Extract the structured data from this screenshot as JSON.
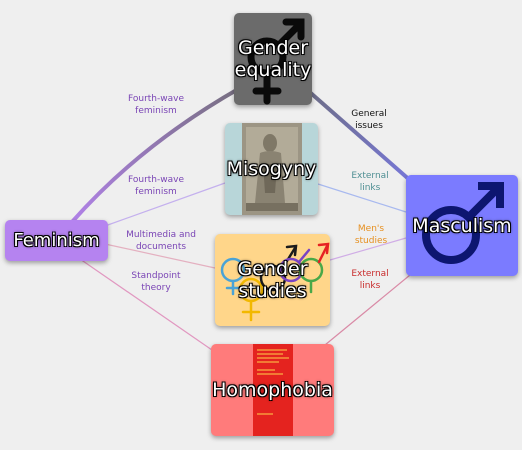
{
  "nodes": {
    "gender_equality": {
      "label": "Gender\nequality",
      "color": "#6b6b6b",
      "symbol_color": "#0a0a0a"
    },
    "misogyny": {
      "label": "Misogyny",
      "color": "#b8d6d9"
    },
    "gender_studies": {
      "label": "Gender\nstudies",
      "color": "#ffd68a"
    },
    "homophobia": {
      "label": "Homophobia",
      "color": "#ff7b7b",
      "cover_color": "#e4231f"
    },
    "feminism": {
      "label": "Feminism",
      "color": "#b583f0"
    },
    "masculism": {
      "label": "Masculism",
      "color": "#7b7bff",
      "symbol_color": "#0d1670"
    }
  },
  "edges": [
    {
      "id": "feminism-gender_equality",
      "label": "Fourth-wave\nfeminism",
      "color": "#7a45b5"
    },
    {
      "id": "feminism-misogyny",
      "label": "Fourth-wave\nfeminism",
      "color": "#7a45b5"
    },
    {
      "id": "feminism-gender_studies",
      "label": "Multimedia and\ndocuments",
      "color": "#7a45b5"
    },
    {
      "id": "feminism-homophobia",
      "label": "Standpoint\ntheory",
      "color": "#7a45b5"
    },
    {
      "id": "gender_equality-masculism",
      "label": "General\nissues",
      "color": "#111111"
    },
    {
      "id": "misogyny-masculism",
      "label": "External\nlinks",
      "color": "#4f8f93"
    },
    {
      "id": "gender_studies-masculism",
      "label": "Men's\nstudies",
      "color": "#e68f1e"
    },
    {
      "id": "homophobia-masculism",
      "label": "External\nlinks",
      "color": "#c92d2d"
    }
  ]
}
